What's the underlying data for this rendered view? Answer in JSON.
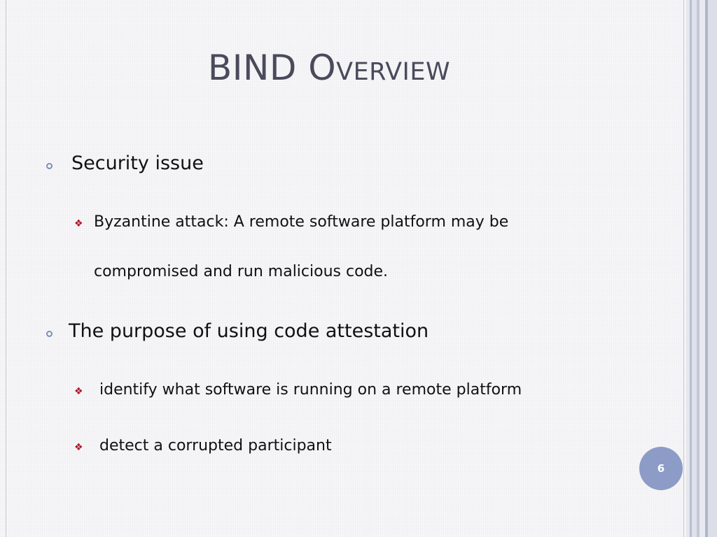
{
  "slide": {
    "title": "BIND Overview",
    "page_number": "6",
    "bullets": [
      {
        "text": "Security issue",
        "sub": [
          {
            "line1": "Byzantine attack:  A remote software platform may be",
            "line2": "compromised and run malicious code."
          }
        ]
      },
      {
        "text": "The purpose of using code attestation",
        "sub": [
          {
            "line1": "identify what software is running on a remote platform"
          },
          {
            "line1": "detect a corrupted participant"
          }
        ]
      }
    ],
    "colors": {
      "title": "#4a4a5c",
      "bullet_ring": "#7d8fb8",
      "sub_bullet": "#b0162a",
      "page_badge": "#8d9bc7"
    }
  }
}
